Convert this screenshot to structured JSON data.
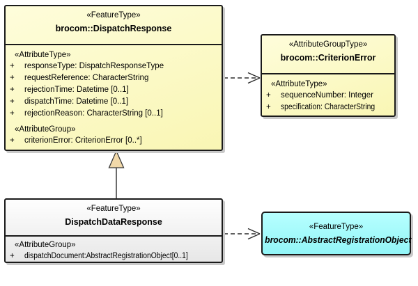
{
  "diagram": {
    "type": "uml-class-diagram",
    "colors": {
      "class_fill": "#F9F6B4",
      "neutral_fill": "#E7E7E7",
      "abstract_fill": "#9FF8F9",
      "border": "#1A1A1A",
      "shadow": "#C9C9C9",
      "generalization_arrow_fill": "#F2D9A9"
    }
  },
  "boxes": {
    "dispatch_response": {
      "stereotype": "«FeatureType»",
      "name": "brocom::DispatchResponse",
      "attribute_type_label": "«AttributeType»",
      "attributes": [
        {
          "visibility": "+",
          "text": "responseType: DispatchResponseType"
        },
        {
          "visibility": "+",
          "text": "requestReference: CharacterString"
        },
        {
          "visibility": "+",
          "text": "rejectionTime: Datetime [0..1]"
        },
        {
          "visibility": "+",
          "text": "dispatchTime: Datetime [0..1]"
        },
        {
          "visibility": "+",
          "text": "rejectionReason: CharacterString [0..1]"
        }
      ],
      "attribute_group_label": "«AttributeGroup»",
      "group_attributes": [
        {
          "visibility": "+",
          "text": "criterionError: CriterionError [0..*]"
        }
      ]
    },
    "criterion_error": {
      "stereotype": "«AttributeGroupType»",
      "name": "brocom::CriterionError",
      "attribute_type_label": "«AttributeType»",
      "attributes": [
        {
          "visibility": "+",
          "text": "sequenceNumber: Integer"
        },
        {
          "visibility": "+",
          "text": "specification: CharacterString"
        }
      ]
    },
    "dispatch_data_response": {
      "stereotype": "«FeatureType»",
      "name": "DispatchDataResponse",
      "attribute_group_label": "«AttributeGroup»",
      "attributes": [
        {
          "visibility": "+",
          "text": "dispatchDocument:AbstractRegistrationObject[0..1]"
        }
      ]
    },
    "abstract_registration_object": {
      "stereotype": "«FeatureType»",
      "name": "brocom::AbstractRegistrationObject"
    }
  },
  "connectors": [
    {
      "type": "dependency",
      "style": "dashed-open-arrow",
      "from": "brocom::DispatchResponse",
      "to": "brocom::CriterionError"
    },
    {
      "type": "generalization",
      "style": "solid-triangle",
      "from": "DispatchDataResponse",
      "to": "brocom::DispatchResponse"
    },
    {
      "type": "dependency",
      "style": "dashed-open-arrow",
      "from": "DispatchDataResponse",
      "to": "brocom::AbstractRegistrationObject"
    }
  ]
}
